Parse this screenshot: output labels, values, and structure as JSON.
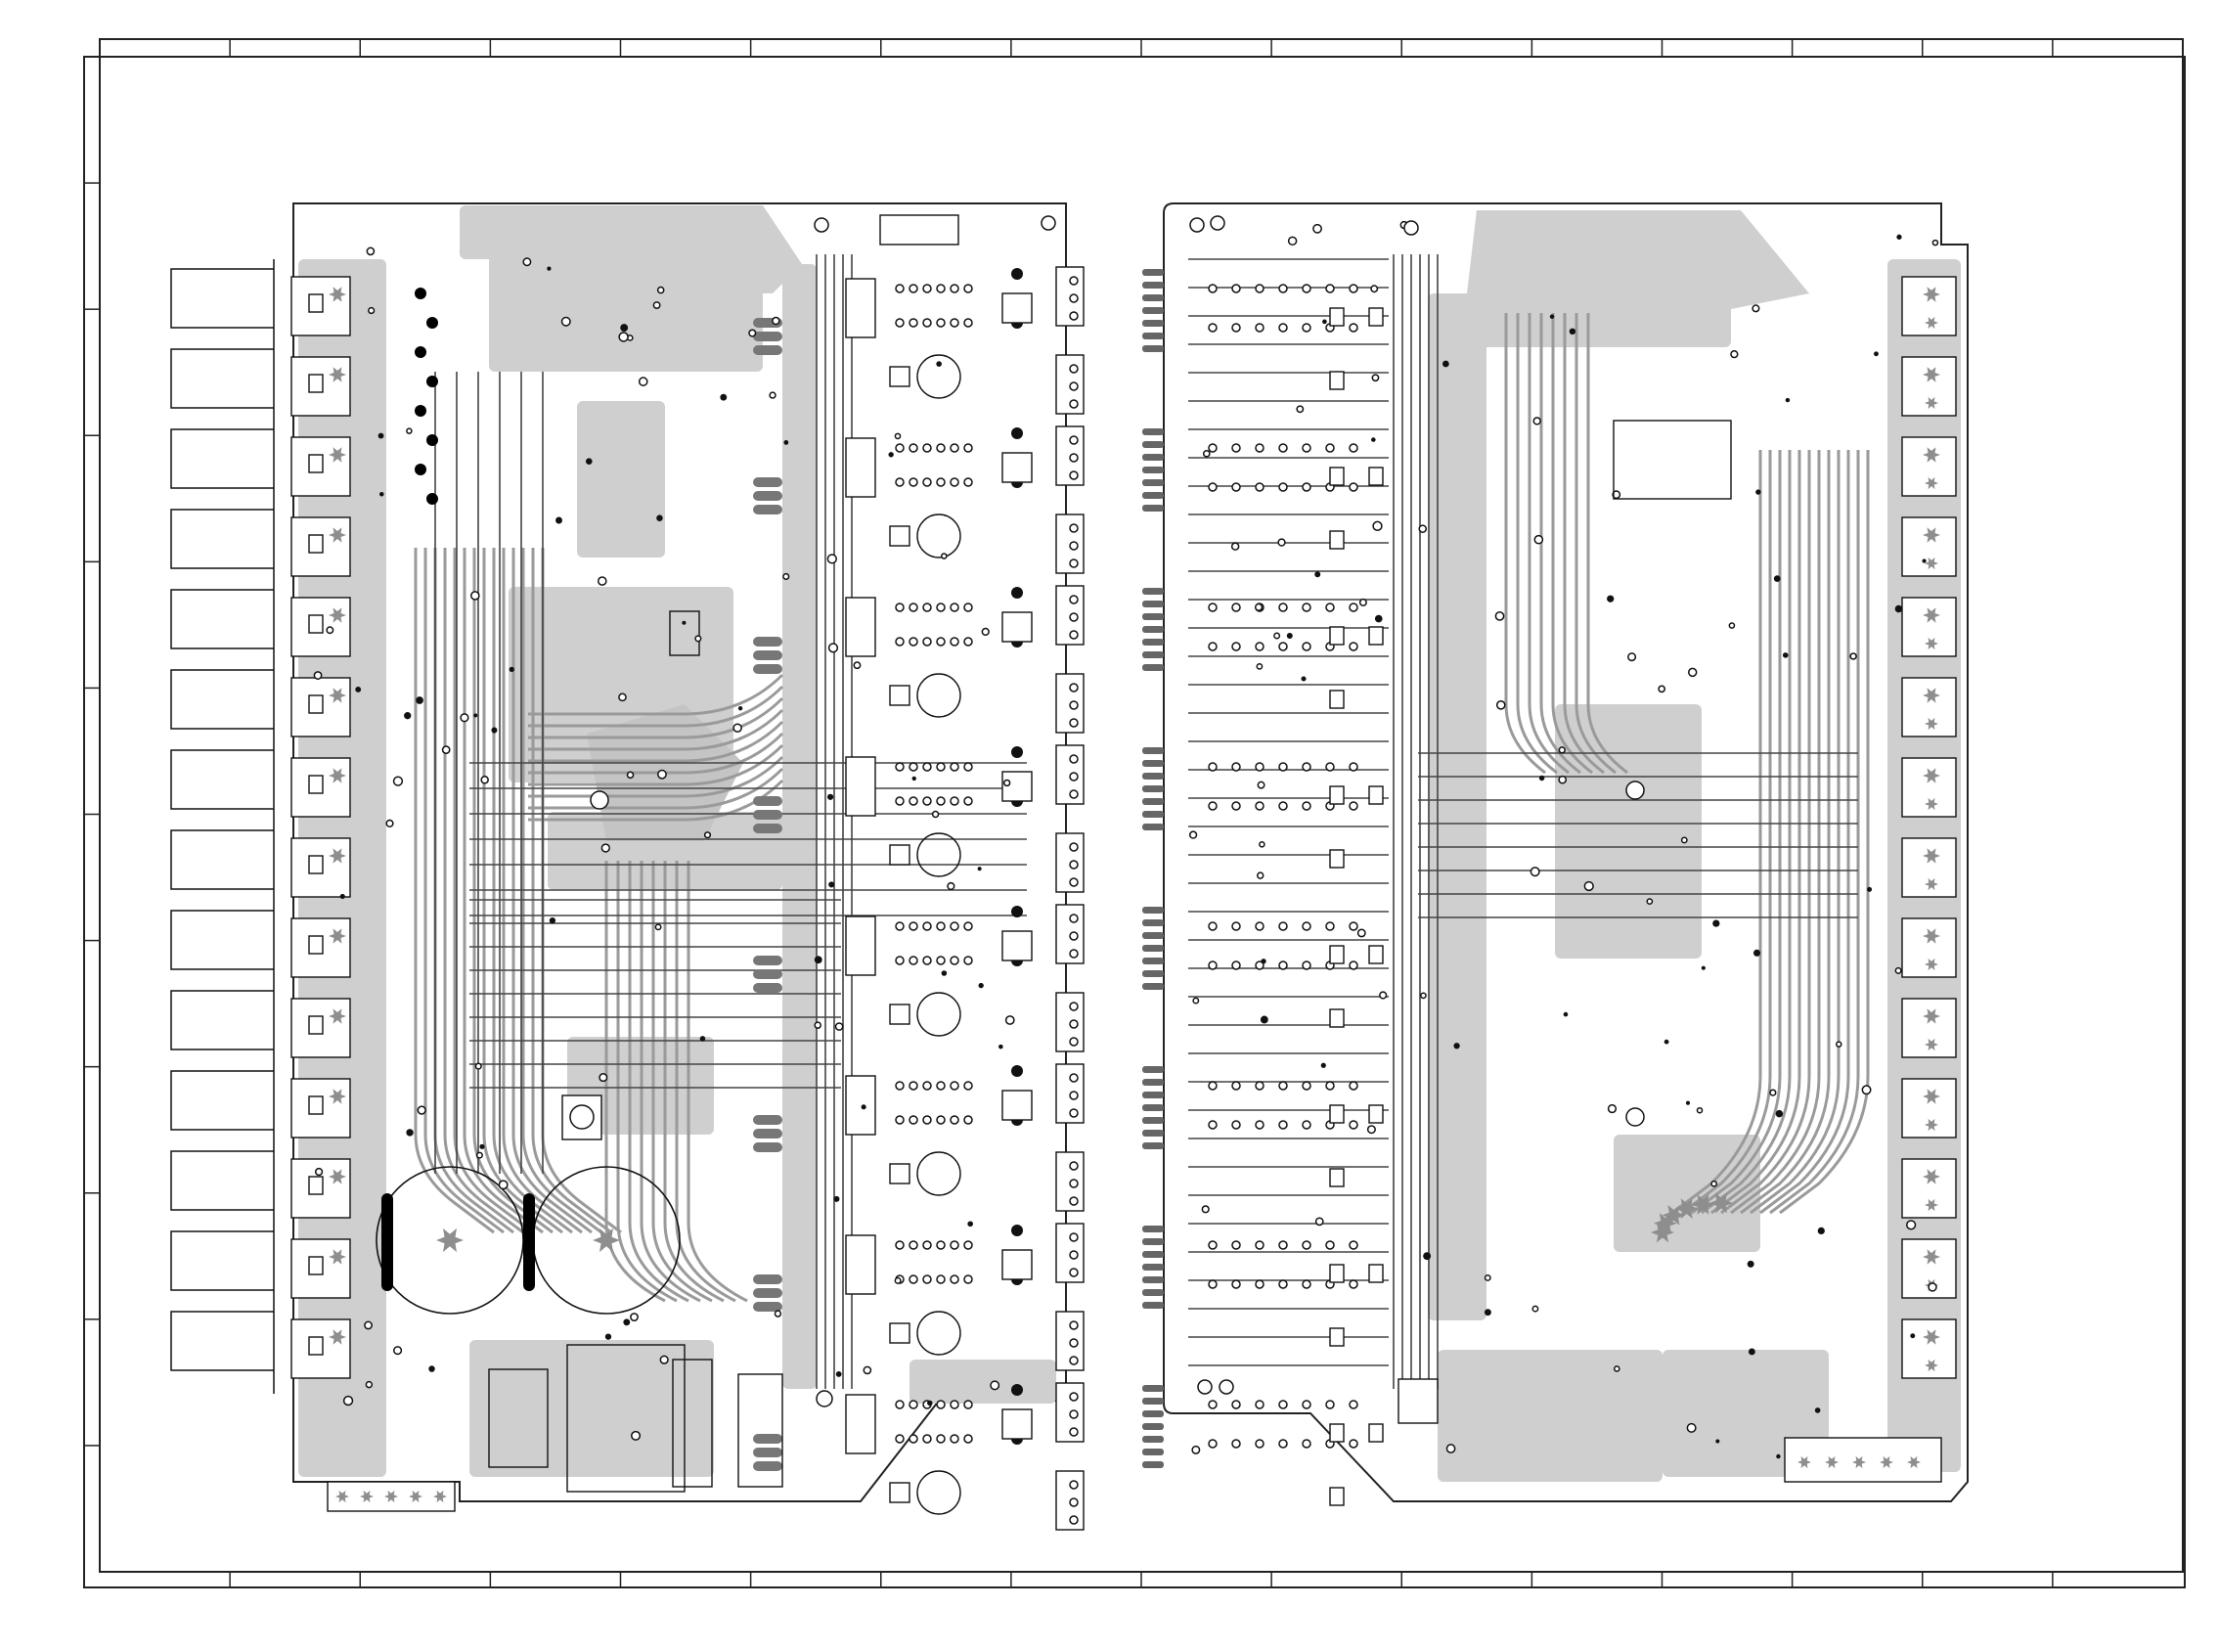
{
  "drawing": {
    "type": "pcb-layout-two-boards",
    "colors": {
      "paper": "#ffffff",
      "frame": "#222222",
      "board_fill": "#ffffff",
      "copper": "#cfcfcf",
      "trace_dark": "#555555",
      "component": "#111111"
    },
    "frame_zones": {
      "top_bottom": 16,
      "left_right": 12
    },
    "boards": [
      {
        "id": "left-board",
        "side_connectors": 14,
        "relay_rows": 8,
        "large_capacitors": 2
      },
      {
        "id": "right-board",
        "side_connectors": 14,
        "amp_channels": 8,
        "large_capacitors": 0
      }
    ]
  }
}
